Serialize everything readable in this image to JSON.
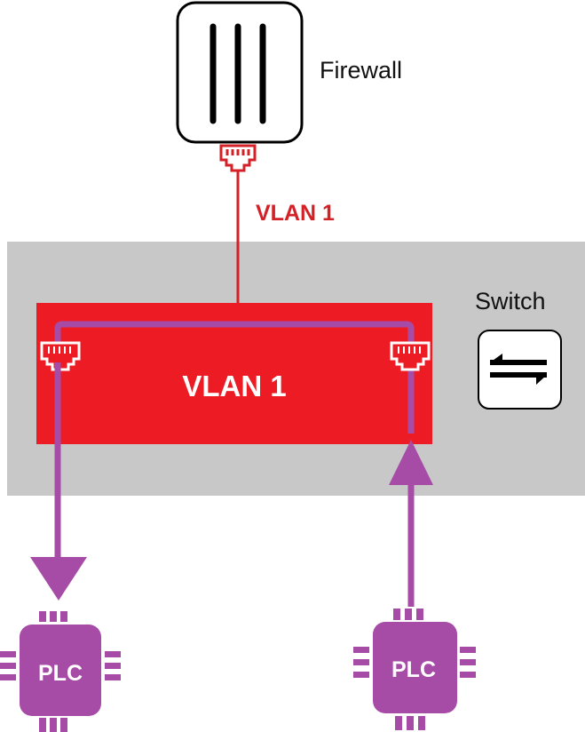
{
  "diagram": {
    "firewall": {
      "label": "Firewall",
      "icon": "firewall-icon"
    },
    "uplink_label": "VLAN 1",
    "switch": {
      "label": "Switch",
      "icon": "switch-arrows-icon"
    },
    "vlan_box_label": "VLAN 1",
    "plc_left": {
      "label": "PLC",
      "direction": "incoming"
    },
    "plc_right": {
      "label": "PLC",
      "direction": "outgoing"
    },
    "colors": {
      "vlan": "#ed1c24",
      "uplink_text": "#d42027",
      "traffic": "#a64ca6",
      "switch_bg": "#c8c8c8",
      "plc": "#a64ca6"
    }
  }
}
